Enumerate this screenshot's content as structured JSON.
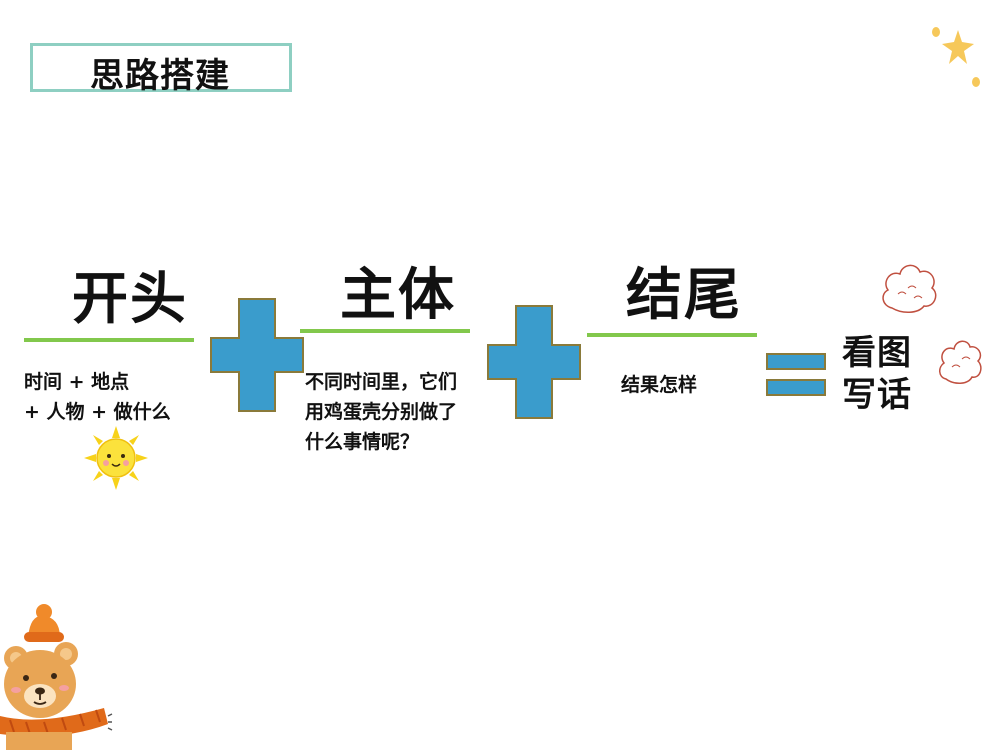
{
  "title": "思路搭建",
  "sections": [
    {
      "heading": "开头",
      "description": "时间 + 地点\n+ 人物 + 做什么"
    },
    {
      "heading": "主体",
      "description": "不同时间里，它们\n用鸡蛋壳分别做了\n什么事情呢？"
    },
    {
      "heading": "结尾",
      "description": "结果怎样"
    }
  ],
  "result": "看图\n写话",
  "colors": {
    "plus": "#3a9ccc",
    "plus_outline": "#8a7a3a",
    "underline": "#82c84c",
    "title_border": "#8ecfc2"
  },
  "icons": [
    "plus-icon",
    "equals-icon",
    "sun-icon",
    "bear-icon",
    "cloud-icon",
    "star-icon"
  ]
}
